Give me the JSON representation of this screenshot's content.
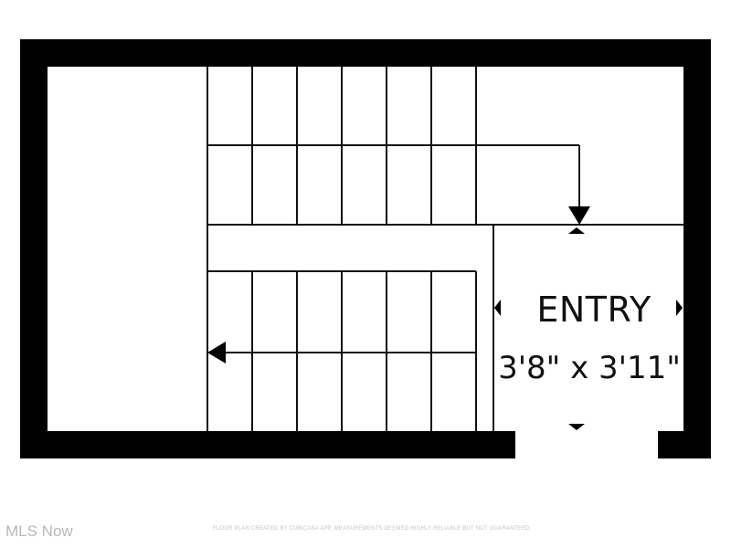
{
  "floor_plan": {
    "rooms": [
      {
        "name": "ENTRY",
        "dimensions": "3'8\" x 3'11\""
      }
    ],
    "stairs": {
      "run_count": 2,
      "treads_per_run": 6
    }
  },
  "footer": {
    "watermark": "MLS Now",
    "disclaimer": "FLOOR PLAN CREATED BY CUBICASA APP. MEASUREMENTS DEEMED HIGHLY RELIABLE BUT NOT GUARANTEED."
  },
  "colors": {
    "wall": "#000000",
    "line": "#111111",
    "background": "#ffffff",
    "watermark": "#b8b8b8"
  }
}
